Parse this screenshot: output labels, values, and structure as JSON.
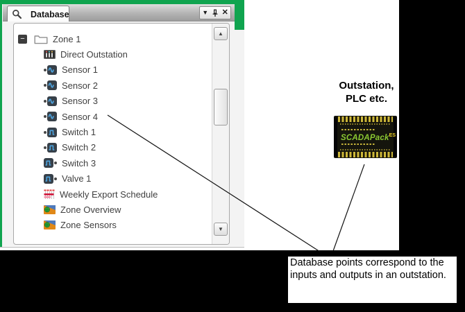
{
  "window": {
    "tab_label": "Database"
  },
  "panel_controls": {
    "menu_glyph": "▼",
    "close_glyph": "✕"
  },
  "scrollbar": {
    "up_glyph": "▲",
    "down_glyph": "▼"
  },
  "tree": {
    "expander_glyph": "−",
    "items": [
      {
        "label": "Zone 1",
        "icon": "folder",
        "depth": 0,
        "expanded": true
      },
      {
        "label": "Direct Outstation",
        "icon": "outstation",
        "depth": 1
      },
      {
        "label": "Sensor 1",
        "icon": "analog-point-input",
        "depth": 1
      },
      {
        "label": "Sensor 2",
        "icon": "analog-point-input",
        "depth": 1
      },
      {
        "label": "Sensor 3",
        "icon": "analog-point-input",
        "depth": 1
      },
      {
        "label": "Sensor 4",
        "icon": "analog-point-input",
        "depth": 1
      },
      {
        "label": "Switch 1",
        "icon": "digital-point-input",
        "depth": 1
      },
      {
        "label": "Switch 2",
        "icon": "digital-point-input",
        "depth": 1
      },
      {
        "label": "Switch 3",
        "icon": "digital-point-output",
        "depth": 1
      },
      {
        "label": "Valve 1",
        "icon": "digital-point-output",
        "depth": 1
      },
      {
        "label": "Weekly Export Schedule",
        "icon": "schedule",
        "depth": 1
      },
      {
        "label": "Zone Overview",
        "icon": "mimic",
        "depth": 1
      },
      {
        "label": "Zone Sensors",
        "icon": "mimic",
        "depth": 1
      }
    ]
  },
  "right_annotation": {
    "line1": "Outstation,",
    "line2": "PLC etc."
  },
  "device": {
    "logo": "SCADAPack",
    "logo_sup": "ES"
  },
  "callout": {
    "text": "Database points correspond to the inputs and outputs in an outstation."
  },
  "colors": {
    "frame_green": "#10a44f",
    "panel_bg": "#f3f3f3",
    "tree_text": "#3f3f3f",
    "wave_blue": "#4da4e0",
    "icon_slate": "#374049",
    "device_gold": "#cdb83a",
    "logo_green": "#8ac832",
    "logo_yellow": "#f0d428",
    "background": "#000000"
  }
}
